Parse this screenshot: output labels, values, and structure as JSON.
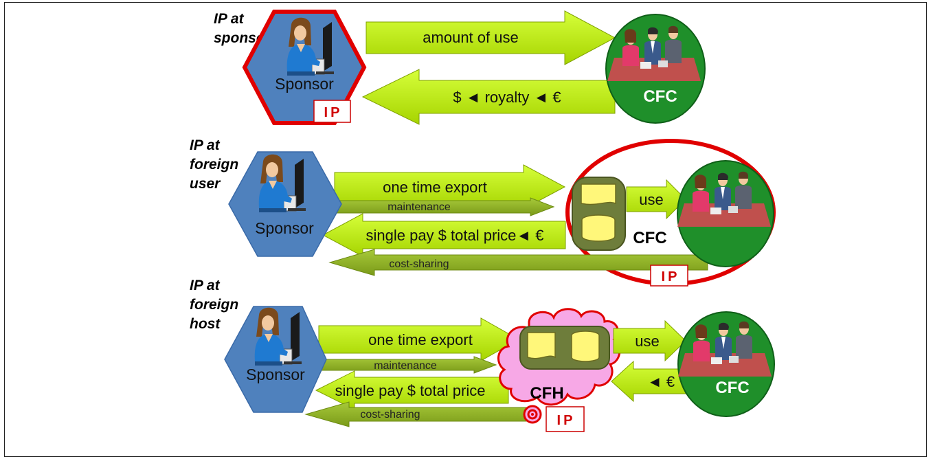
{
  "sections": [
    {
      "title_line1": "IP at",
      "title_line2": "sponsor",
      "title_line3": ""
    },
    {
      "title_line1": "IP at",
      "title_line2": "foreign",
      "title_line3": "user"
    },
    {
      "title_line1": "IP at",
      "title_line2": "foreign",
      "title_line3": "host"
    }
  ],
  "sponsor_label": "Sponsor",
  "cfc_label": "CFC",
  "cfh_label": "CFH",
  "ip_badge": "IP",
  "row1": {
    "arrow_top": "amount of use",
    "arrow_bottom": "$ ◄ royalty ◄ €"
  },
  "row2": {
    "arrow_export": "one time export",
    "arrow_maintenance": "maintenance",
    "arrow_use": "use",
    "arrow_pay": "single pay $ total price◄ €",
    "arrow_cost": "cost-sharing"
  },
  "row3": {
    "arrow_export": "one time export",
    "arrow_maintenance": "maintenance",
    "arrow_use": "use",
    "arrow_euro": "◄ €",
    "arrow_pay": "single pay $ total price",
    "arrow_cost": "cost-sharing"
  },
  "colors": {
    "arrow_light": "#bff000",
    "arrow_dark": "#8fb21e",
    "sponsor_hex": "#4f81bd",
    "cfc_green": "#1f8f2a",
    "ip_red": "#e00000",
    "cloud_pink": "#f7a8e6",
    "db_olive": "#6e7d3b"
  }
}
